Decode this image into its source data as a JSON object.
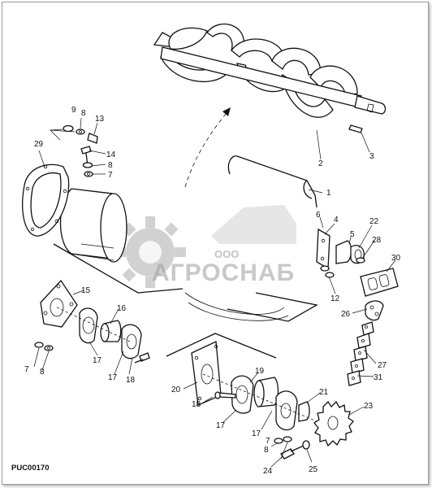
{
  "diagram": {
    "drawing_code": "PUC00170",
    "watermark": {
      "line1": "ООО",
      "line2": "АГРОСНАБ"
    },
    "callouts": [
      "1",
      "2",
      "3",
      "4",
      "5",
      "6",
      "7",
      "8",
      "9",
      "12",
      "13",
      "14",
      "15",
      "16",
      "17",
      "18",
      "19",
      "20",
      "21",
      "22",
      "23",
      "24",
      "25",
      "26",
      "27",
      "28",
      "29",
      "30",
      "31"
    ]
  }
}
